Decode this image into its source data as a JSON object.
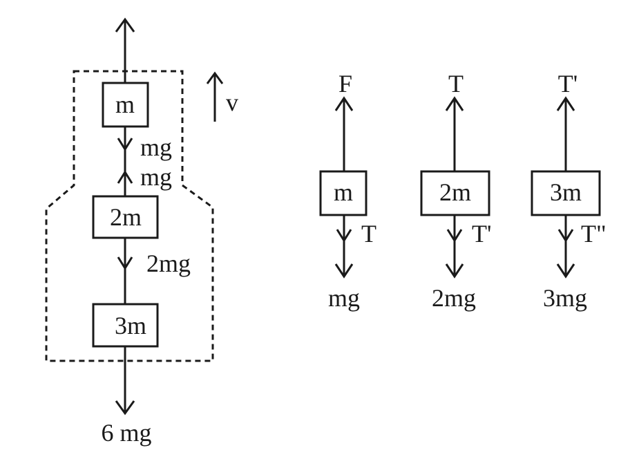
{
  "colors": {
    "ink": "#1a1a1a",
    "background": "#ffffff"
  },
  "left_system": {
    "top_block": "m",
    "middle_block": "2m",
    "bottom_block": "3m",
    "force_between_1_down": "mg",
    "force_between_1_up": "mg",
    "force_between_2": "2mg",
    "bottom_force": "6 mg",
    "velocity_label": "v"
  },
  "fbd_1": {
    "block": "m",
    "top_label": "F",
    "tension_label": "T",
    "weight_label": "mg"
  },
  "fbd_2": {
    "block": "2m",
    "top_label": "T",
    "tension_label": "T'",
    "weight_label": "2mg"
  },
  "fbd_3": {
    "block": "3m",
    "top_label": "T'",
    "tension_label": "T\"",
    "weight_label": "3mg"
  }
}
